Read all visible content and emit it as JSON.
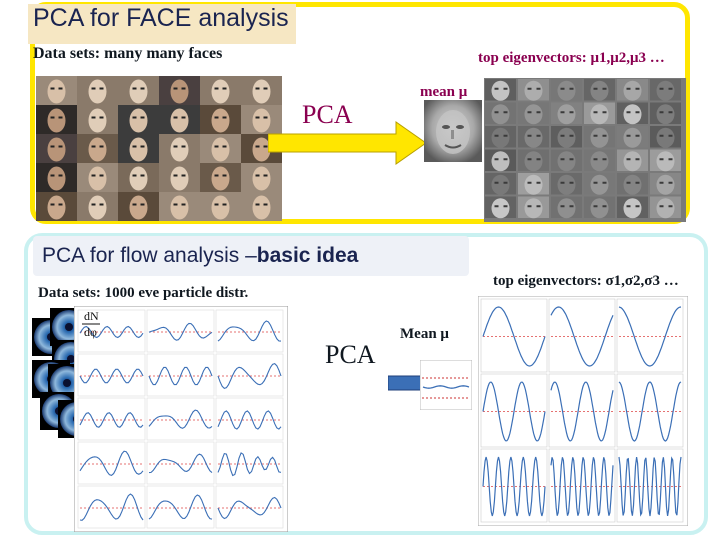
{
  "slide": {
    "title": "PCA for FACE analysis",
    "face_section": {
      "datasets_label": "Data sets: many many faces",
      "top_eigenvectors_label": "top eigenvectors: μ1,μ2,μ3 …",
      "mean_label": "mean μ",
      "pca_label": "PCA"
    },
    "flow_section": {
      "title_prefix": "PCA for flow analysis –",
      "title_bold": "basic idea",
      "datasets_label": "Data sets: 1000 eve particle distr.",
      "top_eigenvectors_label": "top eigenvectors: σ1,σ2,σ3 …",
      "mean_label": "Mean μ",
      "pca_label": "PCA",
      "axis_label": "dN/dφ"
    }
  },
  "colors": {
    "top_border": "#ffe600",
    "bottom_border": "#c9f1f1",
    "arrow_fill": "#ffe600",
    "arrow_flow": "#3b6fb6",
    "title_bg": "#f6e7c3",
    "accent_text": "#8a0050"
  }
}
